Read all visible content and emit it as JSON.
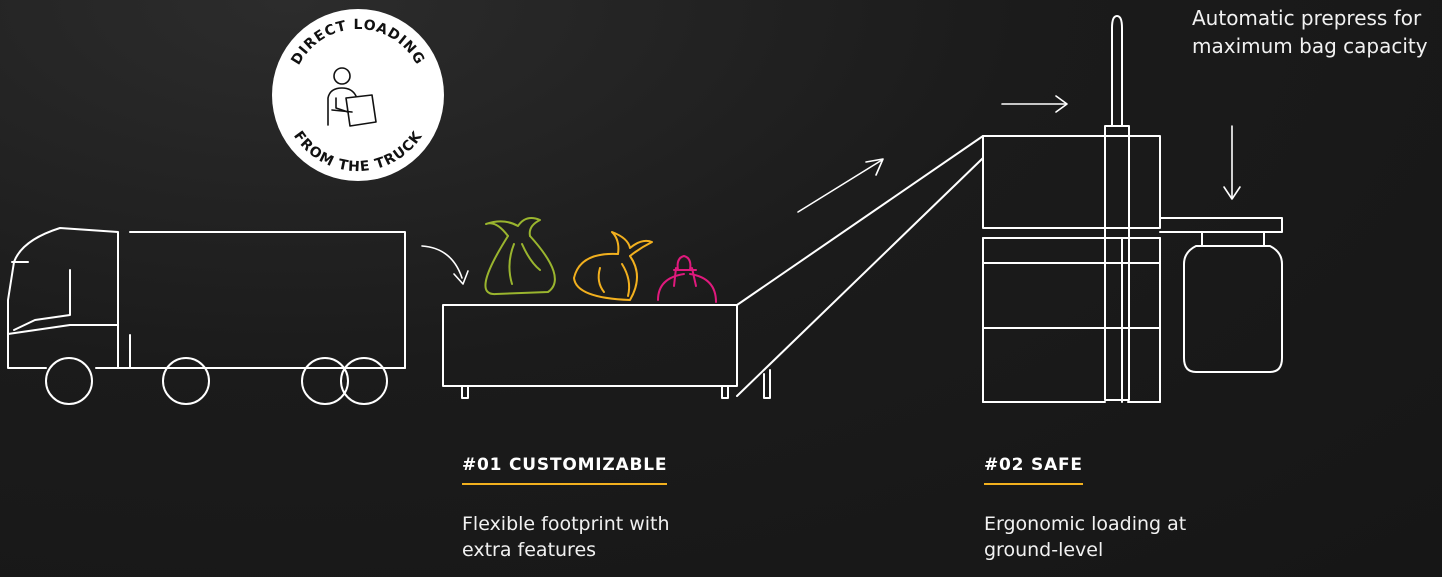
{
  "badge": {
    "top_text": "DIRECT LOADING",
    "bottom_text": "FROM THE TRUCK",
    "icon": "person-carrying-box-icon"
  },
  "prepress_note": "Automatic prepress for maximum bag capacity",
  "features": [
    {
      "heading": "#01 CUSTOMIZABLE",
      "text": "Flexible footprint with extra features"
    },
    {
      "heading": "#02 SAFE",
      "text": "Ergonomic loading at ground-level"
    }
  ],
  "colors": {
    "background": "#1b1b1b",
    "line": "#ffffff",
    "underline": "#f2b01e",
    "bag_green": "#9ab52e",
    "bag_yellow": "#f2b01e",
    "bag_pink": "#e0197d"
  }
}
